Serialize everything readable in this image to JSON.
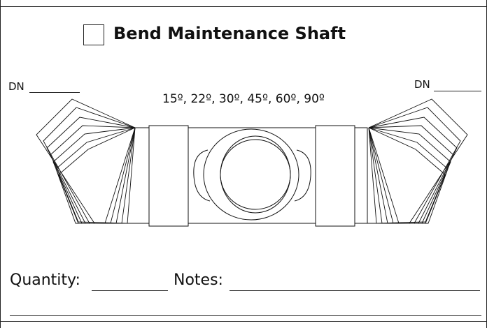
{
  "form": {
    "title": "Bend Maintenance Shaft",
    "dn_left": "DN",
    "dn_right": "DN",
    "angles": "15º, 22º, 30º, 45º, 60º, 90º",
    "quantity_label": "Quantity:",
    "notes_label": "Notes:",
    "checked": false
  },
  "colors": {
    "ink": "#111111",
    "paper": "#ffffff"
  }
}
